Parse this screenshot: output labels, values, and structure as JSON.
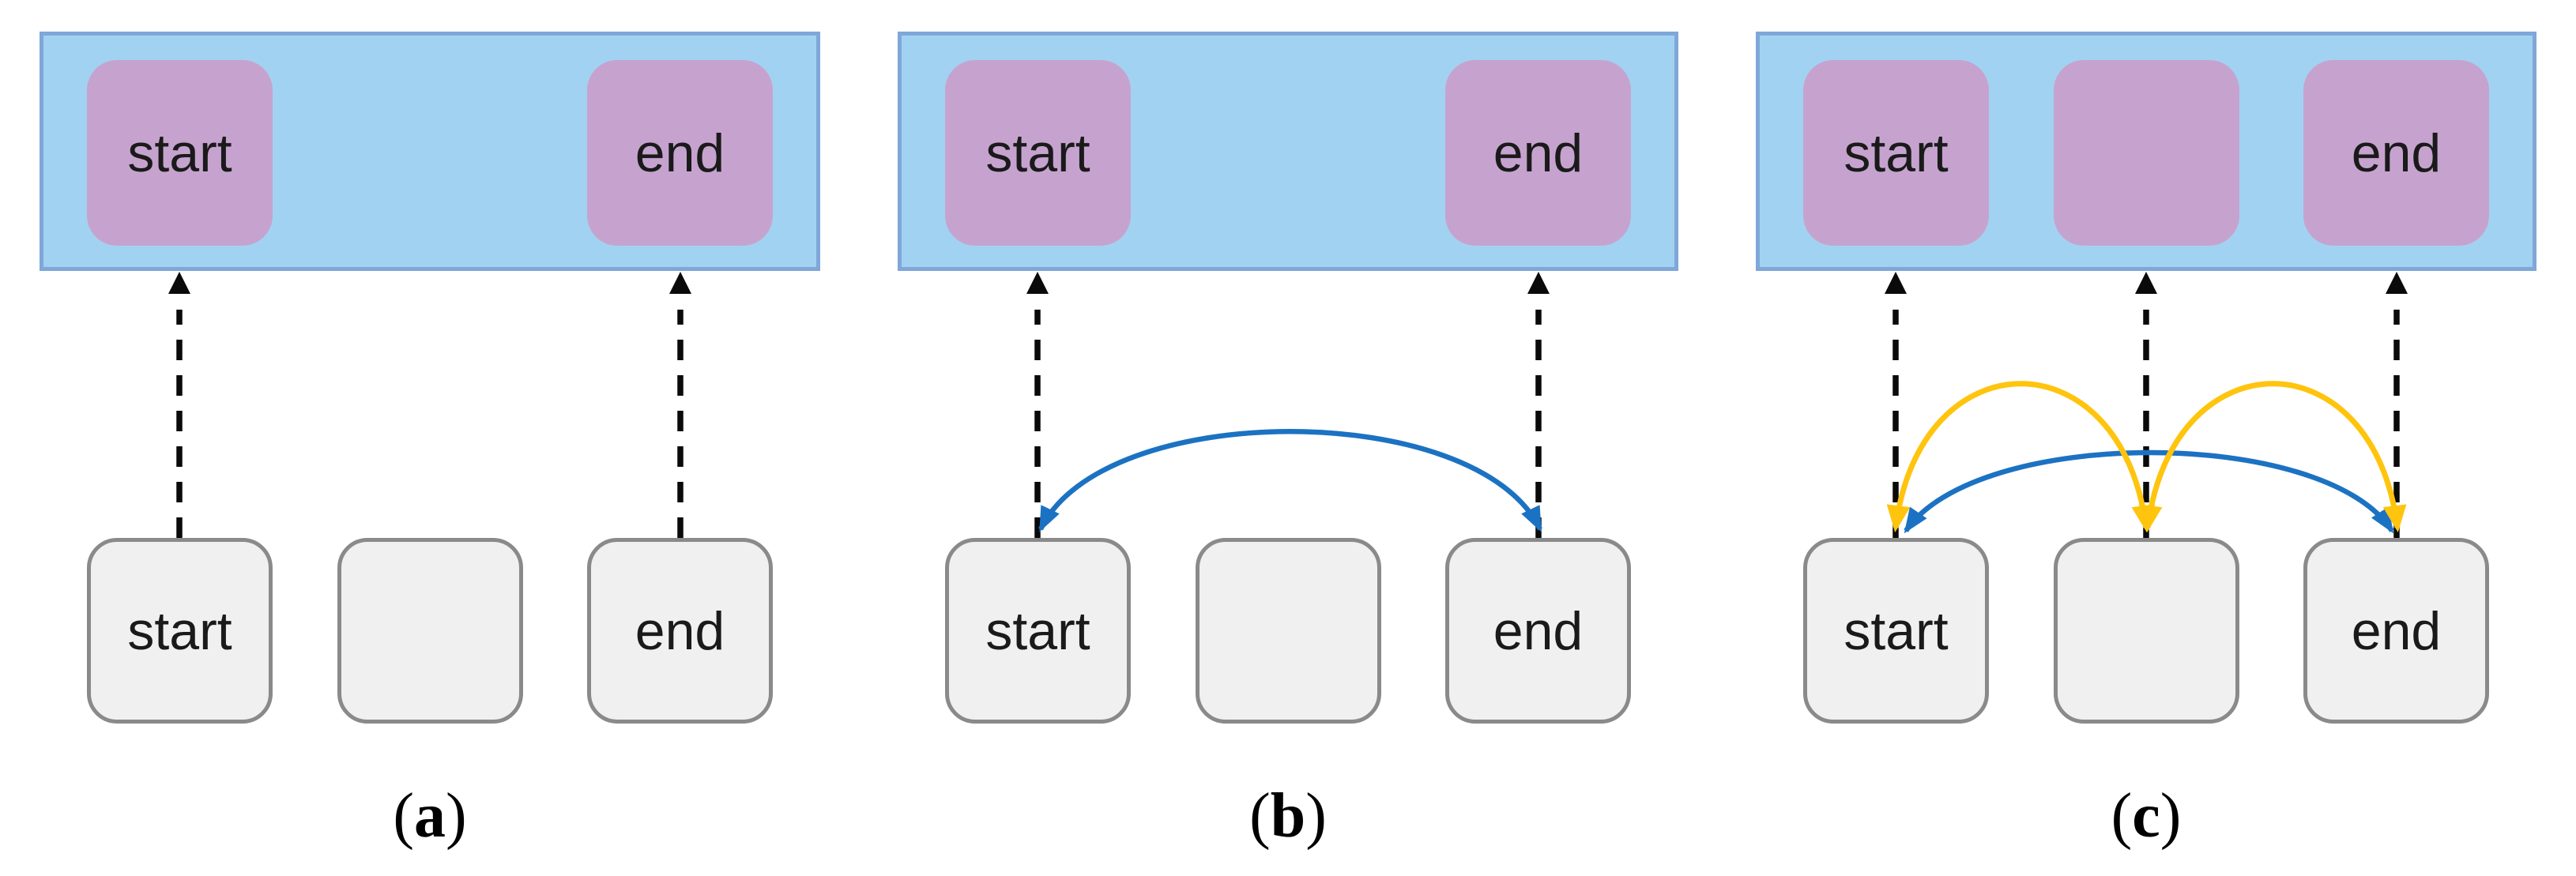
{
  "colors": {
    "bar-fill": "#A2D2F1",
    "bar-stroke": "#7FA7D8",
    "token-fill": "#C6A3CF",
    "slot-fill": "#F0F0F0",
    "slot-stroke": "#8A8A8A",
    "dash": "#0A0A0A",
    "arc-blue": "#1C72C2",
    "arc-yellow": "#FFC40D",
    "text": "#1A1A1A"
  },
  "figure": {
    "caption_open": "(",
    "caption_close": ")",
    "panels": [
      {
        "caption_letter": "a",
        "top_boxes": [
          {
            "label": "start"
          },
          {
            "label": "end"
          }
        ],
        "bottom_boxes": [
          {
            "label": "start"
          },
          {
            "label": ""
          },
          {
            "label": "end"
          }
        ],
        "upward_arrow_cols": [
          1,
          3
        ],
        "arcs": []
      },
      {
        "caption_letter": "b",
        "top_boxes": [
          {
            "label": "start"
          },
          {
            "label": "end"
          }
        ],
        "bottom_boxes": [
          {
            "label": "start"
          },
          {
            "label": ""
          },
          {
            "label": "end"
          }
        ],
        "upward_arrow_cols": [
          1,
          3
        ],
        "arcs": [
          {
            "color": "blue",
            "from_col": 1,
            "to_col": 3,
            "bidirectional": true
          }
        ]
      },
      {
        "caption_letter": "c",
        "top_boxes": [
          {
            "label": "start"
          },
          {
            "label": ""
          },
          {
            "label": "end"
          }
        ],
        "bottom_boxes": [
          {
            "label": "start"
          },
          {
            "label": ""
          },
          {
            "label": "end"
          }
        ],
        "upward_arrow_cols": [
          1,
          2,
          3
        ],
        "arcs": [
          {
            "color": "blue",
            "from_col": 1,
            "to_col": 3,
            "bidirectional": true
          },
          {
            "color": "yellow",
            "from_col": 1,
            "to_col": 2,
            "bidirectional": true
          },
          {
            "color": "yellow",
            "from_col": 2,
            "to_col": 3,
            "bidirectional": true
          }
        ]
      }
    ]
  }
}
